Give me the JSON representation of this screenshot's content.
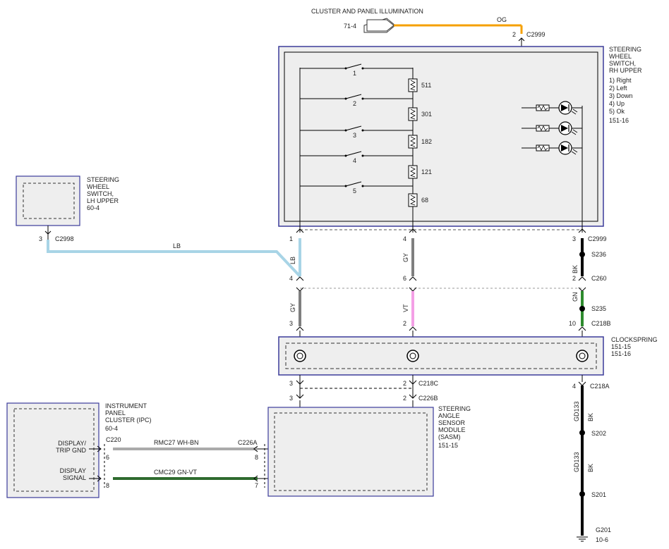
{
  "illumination": {
    "title": "CLUSTER AND PANEL ILLUMINATION",
    "ref": "71-4",
    "wire_color": "OG",
    "pin": "2",
    "connector": "C2999"
  },
  "rh_switch": {
    "title_lines": [
      "STEERING",
      "WHEEL",
      "SWITCH,",
      "RH UPPER"
    ],
    "legend": [
      "1) Right",
      "2) Left",
      "3) Down",
      "4) Up",
      "5) Ok"
    ],
    "ref": "151-16",
    "switch_labels": [
      "1",
      "2",
      "3",
      "4",
      "5"
    ],
    "resistors": [
      "511",
      "301",
      "182",
      "121",
      "68"
    ]
  },
  "lh_switch": {
    "title_lines": [
      "STEERING",
      "WHEEL",
      "SWITCH,",
      "LH UPPER"
    ],
    "ref": "60-4",
    "pin": "3",
    "connector": "C2998"
  },
  "wires": {
    "lb": "LB",
    "lb_vertical": "LB",
    "gy_top": "GY",
    "gy_left": "GY",
    "vt": "VT",
    "bk_top": "BK",
    "gn": "GN",
    "gd133_a": "GD133",
    "bk_a": "BK",
    "gd133_b": "GD133",
    "bk_b": "BK"
  },
  "pins": {
    "c2999_left": "1",
    "c2999_mid": "4",
    "c2999_right": "3",
    "c2999_label": "C2999",
    "c260_left": "4",
    "c260_mid": "6",
    "c260_right": "2",
    "c260_label": "C260",
    "c218b_left": "3",
    "c218b_mid": "2",
    "c218b_right": "10",
    "c218b_label": "C218B",
    "c218c_left": "3",
    "c218c_mid": "2",
    "c218c_label": "C218C",
    "c226b_left": "3",
    "c226b_mid": "2",
    "c226b_label": "C226B",
    "c218a_pin": "4",
    "c218a_label": "C218A"
  },
  "splices": {
    "s236": "S236",
    "s235": "S235",
    "s202": "S202",
    "s201": "S201"
  },
  "ground": {
    "label": "G201",
    "ref": "10-6"
  },
  "clockspring": {
    "title": "CLOCKSPRING",
    "refs": [
      "151-15",
      "151-16"
    ]
  },
  "ipc": {
    "title_lines": [
      "INSTRUMENT",
      "PANEL",
      "CLUSTER (IPC)"
    ],
    "ref": "60-4",
    "pin1_label_lines": [
      "DISPLAY/",
      "TRIP GND"
    ],
    "pin2_label_lines": [
      "DISPLAY",
      "SIGNAL"
    ],
    "connector": "C220",
    "pin1": "6",
    "pin2": "8"
  },
  "sasm": {
    "title_lines": [
      "STEERING",
      "ANGLE",
      "SENSOR",
      "MODULE",
      "(SASM)"
    ],
    "ref": "151-15",
    "connector": "C226A",
    "pin1": "8",
    "pin2": "7"
  },
  "circuits": {
    "c1": "RMC27  WH-BN",
    "c2": "CMC29  GN-VT"
  },
  "colors": {
    "og": "#f5a000",
    "lb": "#a8d4e6",
    "gy": "#7f7f7f",
    "vt": "#f4a0e6",
    "bk": "#000000",
    "gn": "#2e8b2e",
    "gnvt": "#2e6b2e",
    "component_fill": "#eeeeee",
    "component_border": "#3b3b9a"
  }
}
